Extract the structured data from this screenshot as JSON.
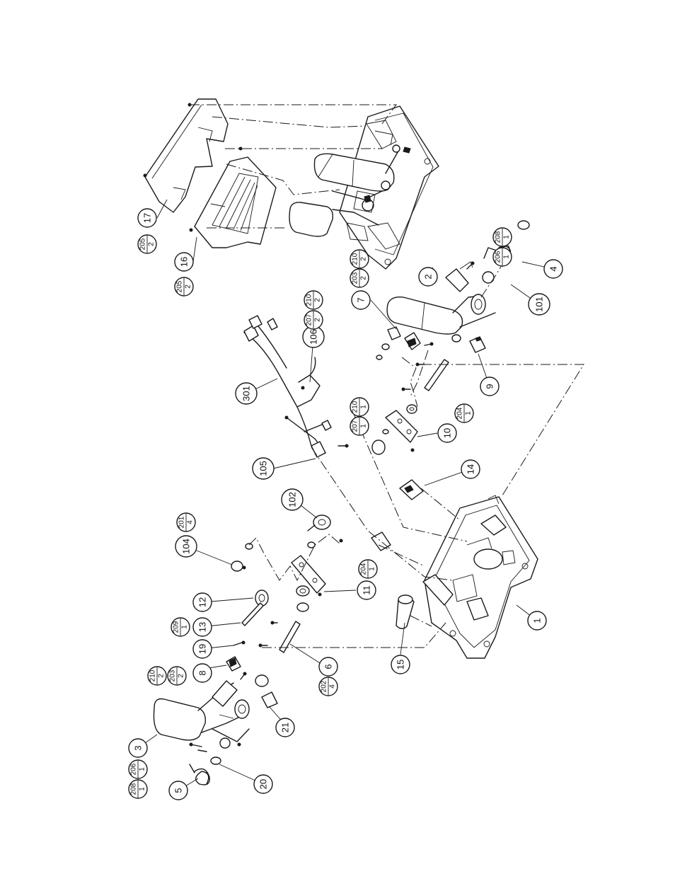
{
  "callouts": [
    {
      "id": "c17",
      "label": "17"
    },
    {
      "id": "c16",
      "label": "16"
    },
    {
      "id": "c2",
      "label": "2"
    },
    {
      "id": "c4",
      "label": "4"
    },
    {
      "id": "c101",
      "label": "101"
    },
    {
      "id": "c7",
      "label": "7"
    },
    {
      "id": "c106",
      "label": "106"
    },
    {
      "id": "c301",
      "label": "301"
    },
    {
      "id": "c9",
      "label": "9"
    },
    {
      "id": "c10",
      "label": "10"
    },
    {
      "id": "c14",
      "label": "14"
    },
    {
      "id": "c105",
      "label": "105"
    },
    {
      "id": "c102",
      "label": "102"
    },
    {
      "id": "c104",
      "label": "104"
    },
    {
      "id": "c12",
      "label": "12"
    },
    {
      "id": "c11",
      "label": "11"
    },
    {
      "id": "c1",
      "label": "1"
    },
    {
      "id": "c13",
      "label": "13"
    },
    {
      "id": "c19",
      "label": "19"
    },
    {
      "id": "c8",
      "label": "8"
    },
    {
      "id": "c6",
      "label": "6"
    },
    {
      "id": "c15",
      "label": "15"
    },
    {
      "id": "c3",
      "label": "3"
    },
    {
      "id": "c21",
      "label": "21"
    },
    {
      "id": "c5",
      "label": "5"
    },
    {
      "id": "c20",
      "label": "20"
    }
  ],
  "fastener_notes": [
    {
      "id": "f205a",
      "part": "205",
      "qty": "2"
    },
    {
      "id": "f205b",
      "part": "205",
      "qty": "2"
    },
    {
      "id": "f203r",
      "part": "203",
      "qty": "2"
    },
    {
      "id": "f210r",
      "part": "210",
      "qty": "2"
    },
    {
      "id": "f206r",
      "part": "206",
      "qty": "1"
    },
    {
      "id": "f208r",
      "part": "208",
      "qty": "1"
    },
    {
      "id": "f207a",
      "part": "207",
      "qty": "2"
    },
    {
      "id": "f210a",
      "part": "210",
      "qty": "2"
    },
    {
      "id": "f207b",
      "part": "207",
      "qty": "1"
    },
    {
      "id": "f210b",
      "part": "210",
      "qty": "1"
    },
    {
      "id": "f204a",
      "part": "204",
      "qty": "1"
    },
    {
      "id": "f201",
      "part": "201",
      "qty": "4"
    },
    {
      "id": "f204b",
      "part": "204",
      "qty": "1"
    },
    {
      "id": "f209",
      "part": "209",
      "qty": "1"
    },
    {
      "id": "f210l",
      "part": "210",
      "qty": "2"
    },
    {
      "id": "f203l",
      "part": "203",
      "qty": "2"
    },
    {
      "id": "f202",
      "part": "202",
      "qty": "4"
    },
    {
      "id": "f208l",
      "part": "208",
      "qty": "1"
    },
    {
      "id": "f206l",
      "part": "206",
      "qty": "1"
    }
  ]
}
